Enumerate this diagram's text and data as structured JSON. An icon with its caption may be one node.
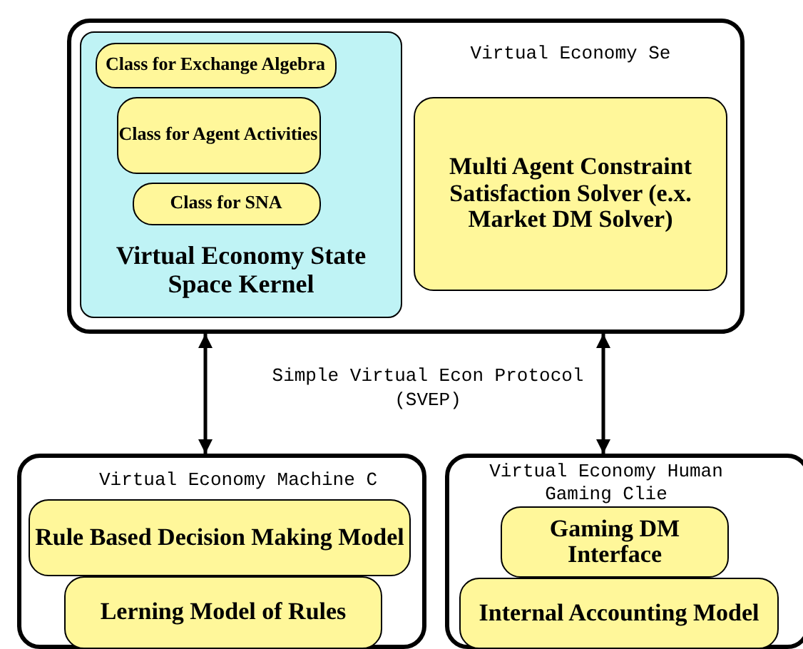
{
  "diagram": {
    "nodes": [
      {
        "text": [
          "Virtual Economy Se"
        ]
      },
      {
        "text": [
          "Virtual Economy State Space Kernel"
        ],
        "in": 0
      },
      {
        "text": [
          "Class for Exchange Algebra"
        ],
        "in": 1
      },
      {
        "text": [
          "Class for Agent Activities"
        ],
        "in": 1
      },
      {
        "text": [
          "Class for SNA"
        ],
        "in": 1
      },
      {
        "text": [
          "Multi Agent Constraint Satisfaction Solver (e.x. Market DM Solver)"
        ],
        "in": 0
      },
      {
        "text": [
          "Virtual Economy Machine C"
        ]
      },
      {
        "text": [
          "Rule Based Decision Making Model"
        ],
        "in": 6
      },
      {
        "text": [
          "Lerning Model of Rules"
        ],
        "in": 6
      },
      {
        "text": [
          "Virtual Economy Human Gaming Clie"
        ]
      },
      {
        "text": [
          "Gaming DM Interface"
        ],
        "in": 9
      },
      {
        "text": [
          "Internal Accounting Model"
        ],
        "in": 9
      }
    ],
    "edges": [
      {
        "from": 0,
        "to": 6,
        "arrow": "both"
      },
      {
        "from": 0,
        "to": 9,
        "arrow": "both"
      }
    ],
    "labels": [
      "Simple Virtual Econ Protocol (SVEP)"
    ]
  }
}
